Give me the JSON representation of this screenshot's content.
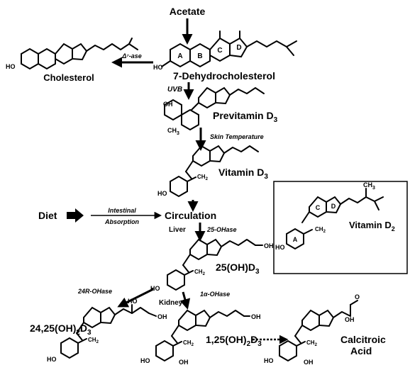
{
  "nodes": {
    "acetate": "Acetate",
    "cholesterol": "Cholesterol",
    "dehydro": "7-Dehydrocholesterol",
    "previtamin": "Previtamin D",
    "vitamin_d3": "Vitamin D",
    "diet": "Diet",
    "circulation": "Circulation",
    "liver": "Liver",
    "oh25": "25(OH)D",
    "kidney": "Kidney",
    "oh2425": "24,25(OH)",
    "oh125": "1,25(OH)",
    "calcitroic": "Calcitroic",
    "acid": "Acid",
    "vitamin_d2": "Vitamin D"
  },
  "subscripts": {
    "three": "3",
    "two": "2"
  },
  "edges": {
    "delta7": "Δ⁷-ase",
    "uvb": "UVB",
    "skin_temp": "Skin Temperature",
    "intestinal": "Intestinal",
    "absorption": "Absorption",
    "ohase25": "25-OHase",
    "ohase24r": "24R-OHase",
    "ohase1a": "1α-OHase"
  },
  "atoms": {
    "ho": "HO",
    "oh": "OH",
    "ch3": "CH",
    "ch2": "CH",
    "o": "O"
  },
  "ring_labels": {
    "a": "A",
    "b": "B",
    "c": "C",
    "d": "D"
  }
}
